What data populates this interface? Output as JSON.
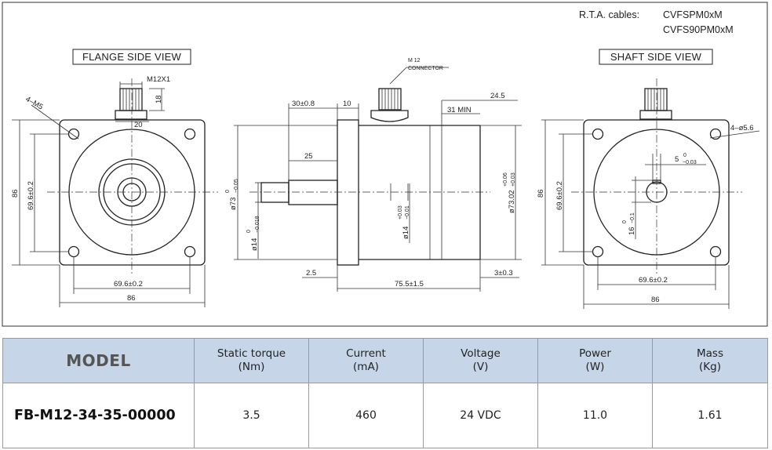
{
  "rta": {
    "label": "R.T.A. cables:",
    "cables": [
      "CVFSPM0xM",
      "CVFS90PM0xM"
    ]
  },
  "views": {
    "flange_title": "FLANGE SIDE VIEW",
    "shaft_title": "SHAFT SIDE VIEW",
    "connector_label_line1": "M 12",
    "connector_label_line2": "CONNECTOR"
  },
  "dims": {
    "flange": {
      "thread": "M12X1",
      "conn_height": "18",
      "conn_width": "20",
      "holes": "4–M5",
      "height": "86",
      "hole_spacing_v": "69.6±0.2",
      "hole_spacing_h": "69.6±0.2",
      "width": "86"
    },
    "side": {
      "d1": "30±0.8",
      "d2": "10",
      "d3": "31  MIN",
      "d4": "24.5",
      "d5": "25",
      "d6": "2.5",
      "d7": "75.5±1.5",
      "d8": "3±0.3",
      "phi73_main": "ø73",
      "phi73_tol_top": "0",
      "phi73_tol_bot": "−0.05",
      "phi14_main": "ø14",
      "phi14_tol_top": "0",
      "phi14_tol_bot": "−0.018",
      "phi14b_main": "ø14",
      "phi14b_tol_top": "+0.03",
      "phi14b_tol_bot": "−0.01",
      "phi7302_main": "ø73.02",
      "phi7302_tol_top": "+0.06",
      "phi7302_tol_bot": "+0.03"
    },
    "shaft": {
      "holes": "4–ø5.6",
      "key_main": "5",
      "key_tol_top": "0",
      "key_tol_bot": "−0.03",
      "keyh_main": "16",
      "keyh_tol_top": "0",
      "keyh_tol_bot": "−0.1",
      "height": "86",
      "hole_spacing_v": "69.6±0.2",
      "hole_spacing_h": "69.6±0.2",
      "width": "86"
    }
  },
  "table": {
    "headers": [
      {
        "label": "MODEL",
        "unit": ""
      },
      {
        "label": "Static torque",
        "unit": "(Nm)"
      },
      {
        "label": "Current",
        "unit": "(mA)"
      },
      {
        "label": "Voltage",
        "unit": "(V)"
      },
      {
        "label": "Power",
        "unit": "(W)"
      },
      {
        "label": "Mass",
        "unit": "(Kg)"
      }
    ],
    "rows": [
      {
        "model": "FB-M12-34-35-00000",
        "torque": "3.5",
        "current": "460",
        "voltage": "24 VDC",
        "power": "11.0",
        "mass": "1.61"
      }
    ]
  }
}
